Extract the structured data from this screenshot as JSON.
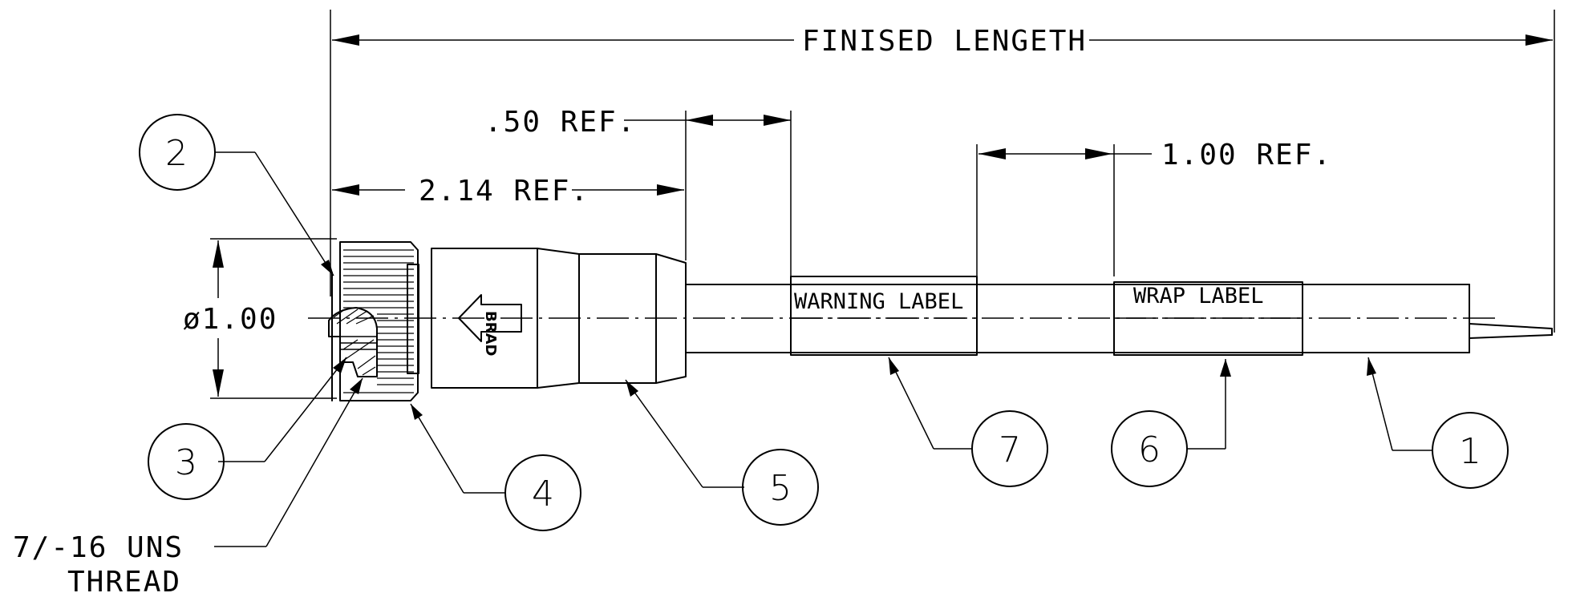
{
  "dimensions": {
    "finished_length": "FINISED LENGETH",
    "ref_050": ".50 REF.",
    "ref_214": "2.14 REF.",
    "ref_100": "1.00 REF.",
    "diameter": "ø1.00"
  },
  "labels": {
    "warning": "WARNING LABEL",
    "wrap": "WRAP LABEL",
    "thread_line1": "7/-16 UNS",
    "thread_line2": "THREAD",
    "brand": "BRAD"
  },
  "balloons": [
    "1",
    "2",
    "3",
    "4",
    "5",
    "6",
    "7"
  ]
}
